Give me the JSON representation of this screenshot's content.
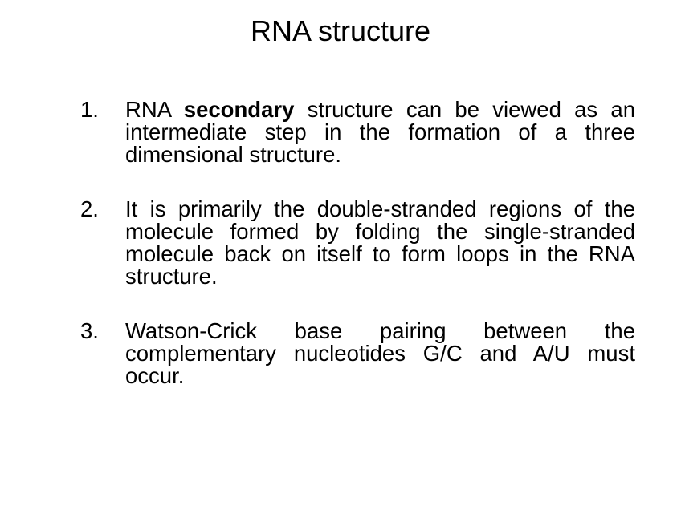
{
  "slide": {
    "title": "RNA structure",
    "list": [
      {
        "number": "1.",
        "segments": [
          {
            "text": "RNA "
          },
          {
            "text": "secondary",
            "bold": true
          },
          {
            "text": " structure can be viewed as an intermediate step in the formation of a three dimensional structure."
          }
        ]
      },
      {
        "number": "2.",
        "segments": [
          {
            "text": "It is primarily the double-stranded regions of the molecule formed by folding the single-stranded molecule back on itself to form loops in the RNA structure."
          }
        ]
      },
      {
        "number": "3.",
        "segments": [
          {
            "text": "Watson-Crick base pairing between the complementary nucleotides G/C and A/U must occur."
          }
        ]
      }
    ],
    "colors": {
      "background": "#ffffff",
      "text": "#000000"
    }
  }
}
